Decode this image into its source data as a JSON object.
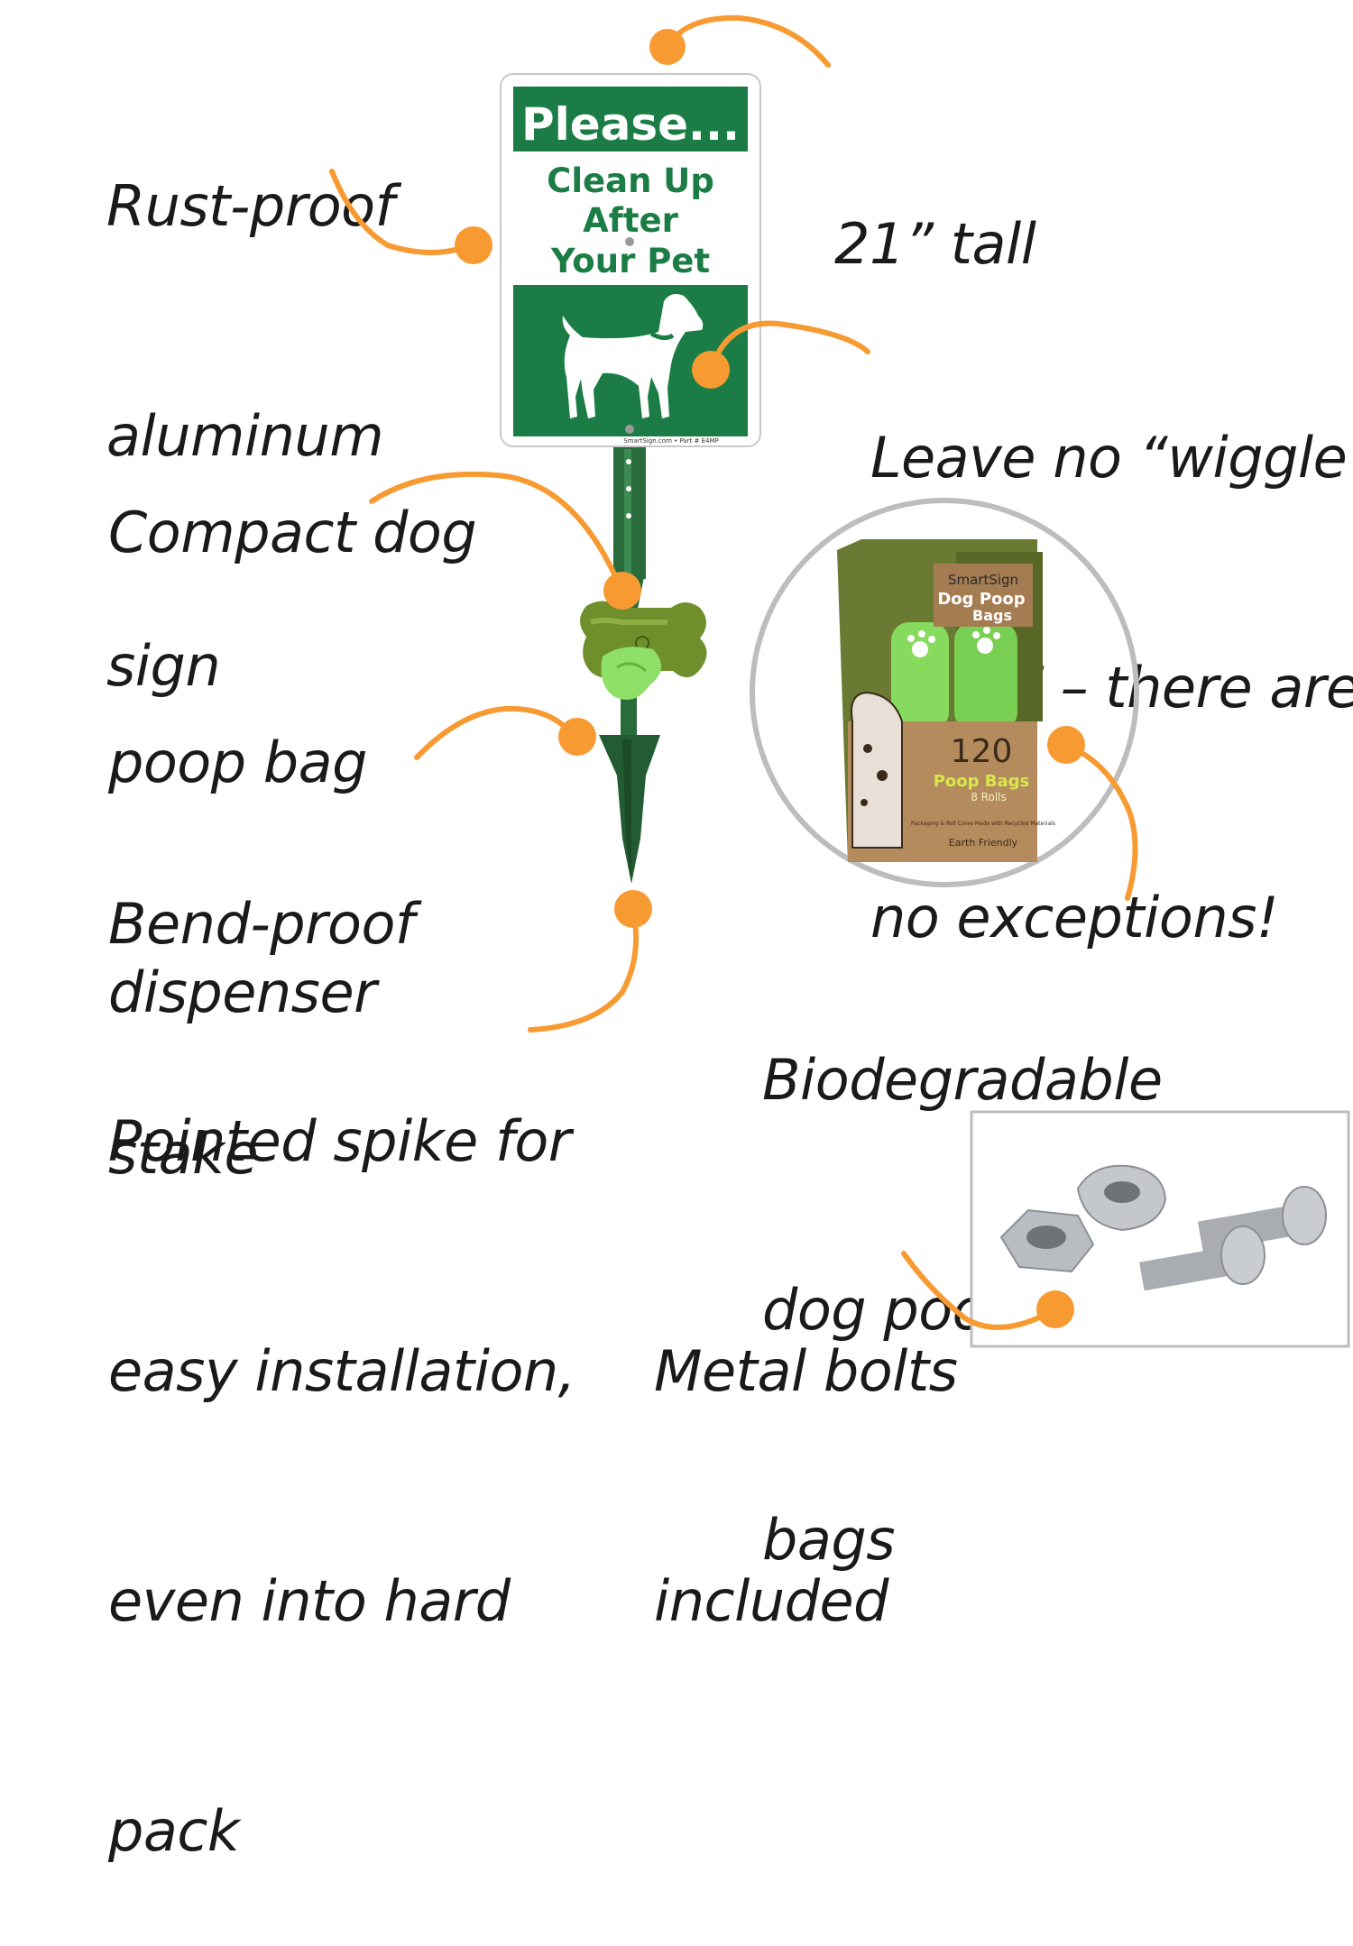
{
  "callouts": {
    "rustproof": [
      "Rust-proof",
      "aluminum",
      "sign"
    ],
    "height": [
      "21” tall"
    ],
    "wiggle": [
      "Leave no “wiggle",
      "room” – there are",
      "no exceptions!"
    ],
    "dispenser": [
      "Compact dog",
      "poop bag",
      "dispenser"
    ],
    "stake": [
      "Bend-proof",
      "stake"
    ],
    "spike": [
      "Pointed spike for",
      "easy installation,",
      "even into hard",
      "pack"
    ],
    "bags": [
      "Biodegradable",
      "dog poop waste",
      "bags"
    ],
    "bolts": [
      "Metal bolts",
      "included"
    ]
  },
  "sign": {
    "header": "Please...",
    "line1": "Clean Up",
    "line2": "After",
    "line3": "Your Pet",
    "footer": "SmartSign.com • Part # E4MP"
  },
  "box": {
    "brand": "SmartSign",
    "title1": "Dog Poop",
    "title2": "Bags",
    "count": "120",
    "sub1": "Poop Bags",
    "sub2": "8 Rolls",
    "note": "Packaging & Roll Cores Made with Recycled Materials",
    "eco": "Earth Friendly"
  },
  "colors": {
    "accent": "#f79a32",
    "sign_green": "#1b7d45",
    "stake_green": "#2a6b3c",
    "text": "#1a1a1a"
  },
  "icons": [
    "dog-silhouette-icon",
    "paw-icon",
    "bone-dispenser-icon",
    "bolt-icon",
    "nut-icon"
  ]
}
